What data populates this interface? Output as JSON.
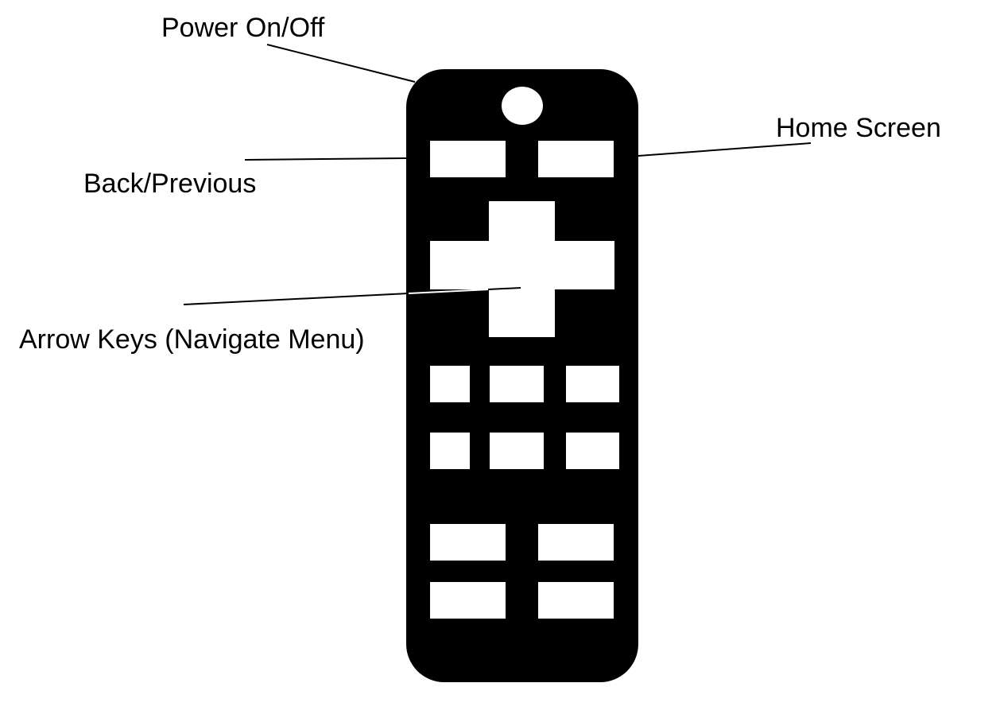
{
  "labels": {
    "power": "Power On/Off",
    "home": "Home Screen",
    "back": "Back/Previous",
    "arrows": "Arrow Keys (Navigate Menu)"
  },
  "colors": {
    "remote_body": "#000000",
    "keys": "#ffffff",
    "lines": "#000000",
    "background": "#ffffff"
  }
}
